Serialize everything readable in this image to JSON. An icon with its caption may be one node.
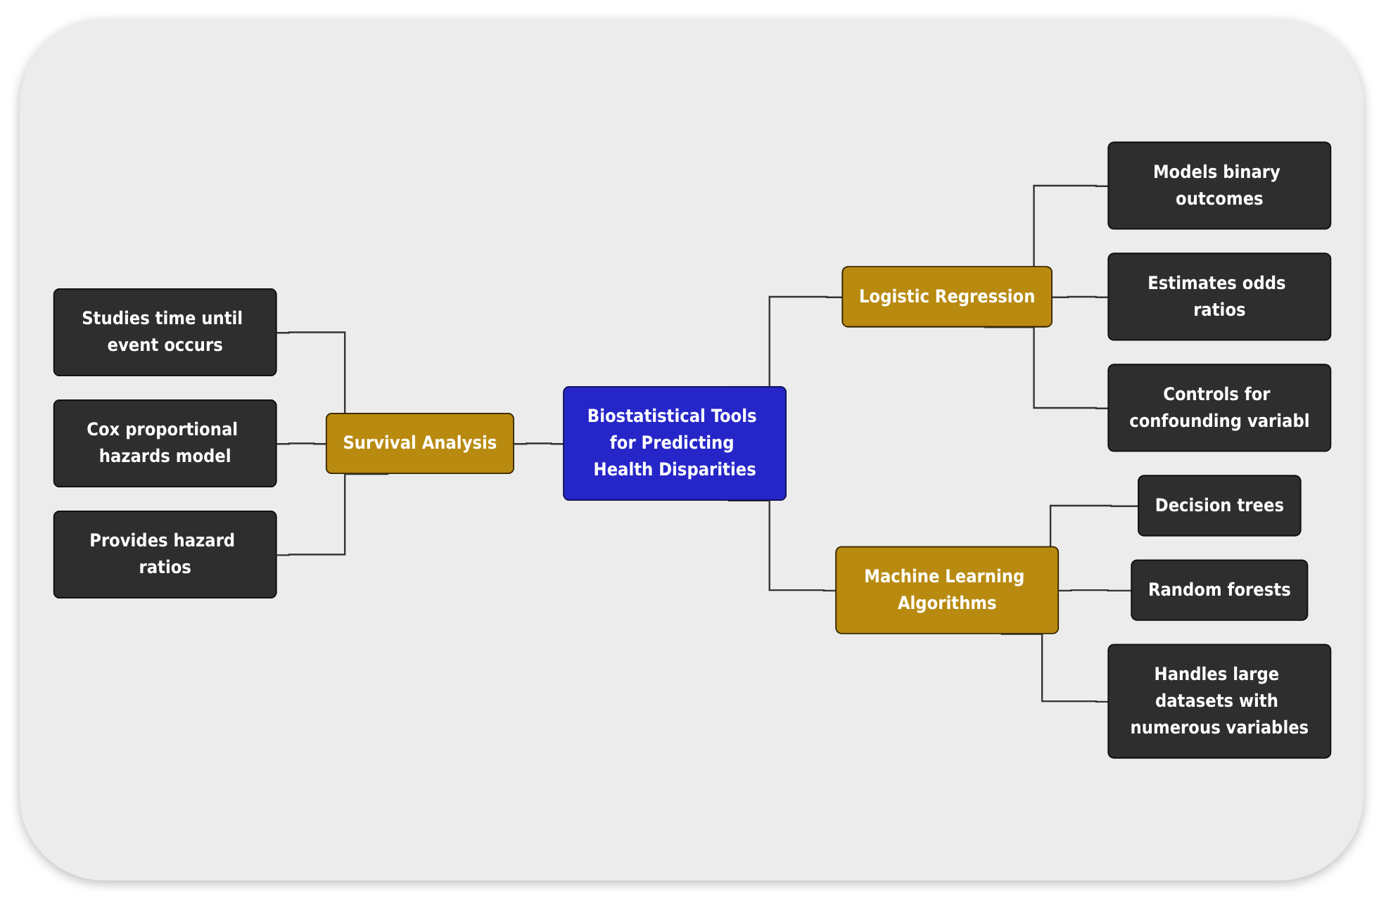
{
  "diagram": {
    "nodes": [
      {
        "text": [
          "Biostatistical Tools for Predicting Health Disparities"
        ]
      },
      {
        "text": [
          "Logistic Regression"
        ]
      },
      {
        "text": [
          "Models binary outcomes"
        ]
      },
      {
        "text": [
          "Estimates odds ratios"
        ]
      },
      {
        "text": [
          "Controls for confounding variabl"
        ]
      },
      {
        "text": [
          "Machine Learning Algorithms"
        ]
      },
      {
        "text": [
          "Decision trees"
        ]
      },
      {
        "text": [
          "Random forests"
        ]
      },
      {
        "text": [
          "Handles large datasets with numerous variables"
        ]
      },
      {
        "text": [
          "Survival Analysis"
        ]
      },
      {
        "text": [
          "Studies time until event occurs"
        ]
      },
      {
        "text": [
          "Cox proportional hazards model"
        ]
      },
      {
        "text": [
          "Provides hazard ratios"
        ]
      }
    ],
    "edges": [
      {
        "from": 0,
        "to": 1,
        "arrow": "none"
      },
      {
        "from": 0,
        "to": 5,
        "arrow": "none"
      },
      {
        "from": 9,
        "to": 0,
        "arrow": "none"
      },
      {
        "from": 1,
        "to": 2,
        "arrow": "none"
      },
      {
        "from": 1,
        "to": 3,
        "arrow": "none"
      },
      {
        "from": 1,
        "to": 4,
        "arrow": "none"
      },
      {
        "from": 5,
        "to": 6,
        "arrow": "none"
      },
      {
        "from": 5,
        "to": 7,
        "arrow": "none"
      },
      {
        "from": 5,
        "to": 8,
        "arrow": "none"
      },
      {
        "from": 10,
        "to": 9,
        "arrow": "none"
      },
      {
        "from": 11,
        "to": 9,
        "arrow": "none"
      },
      {
        "from": 12,
        "to": 9,
        "arrow": "none"
      }
    ]
  }
}
